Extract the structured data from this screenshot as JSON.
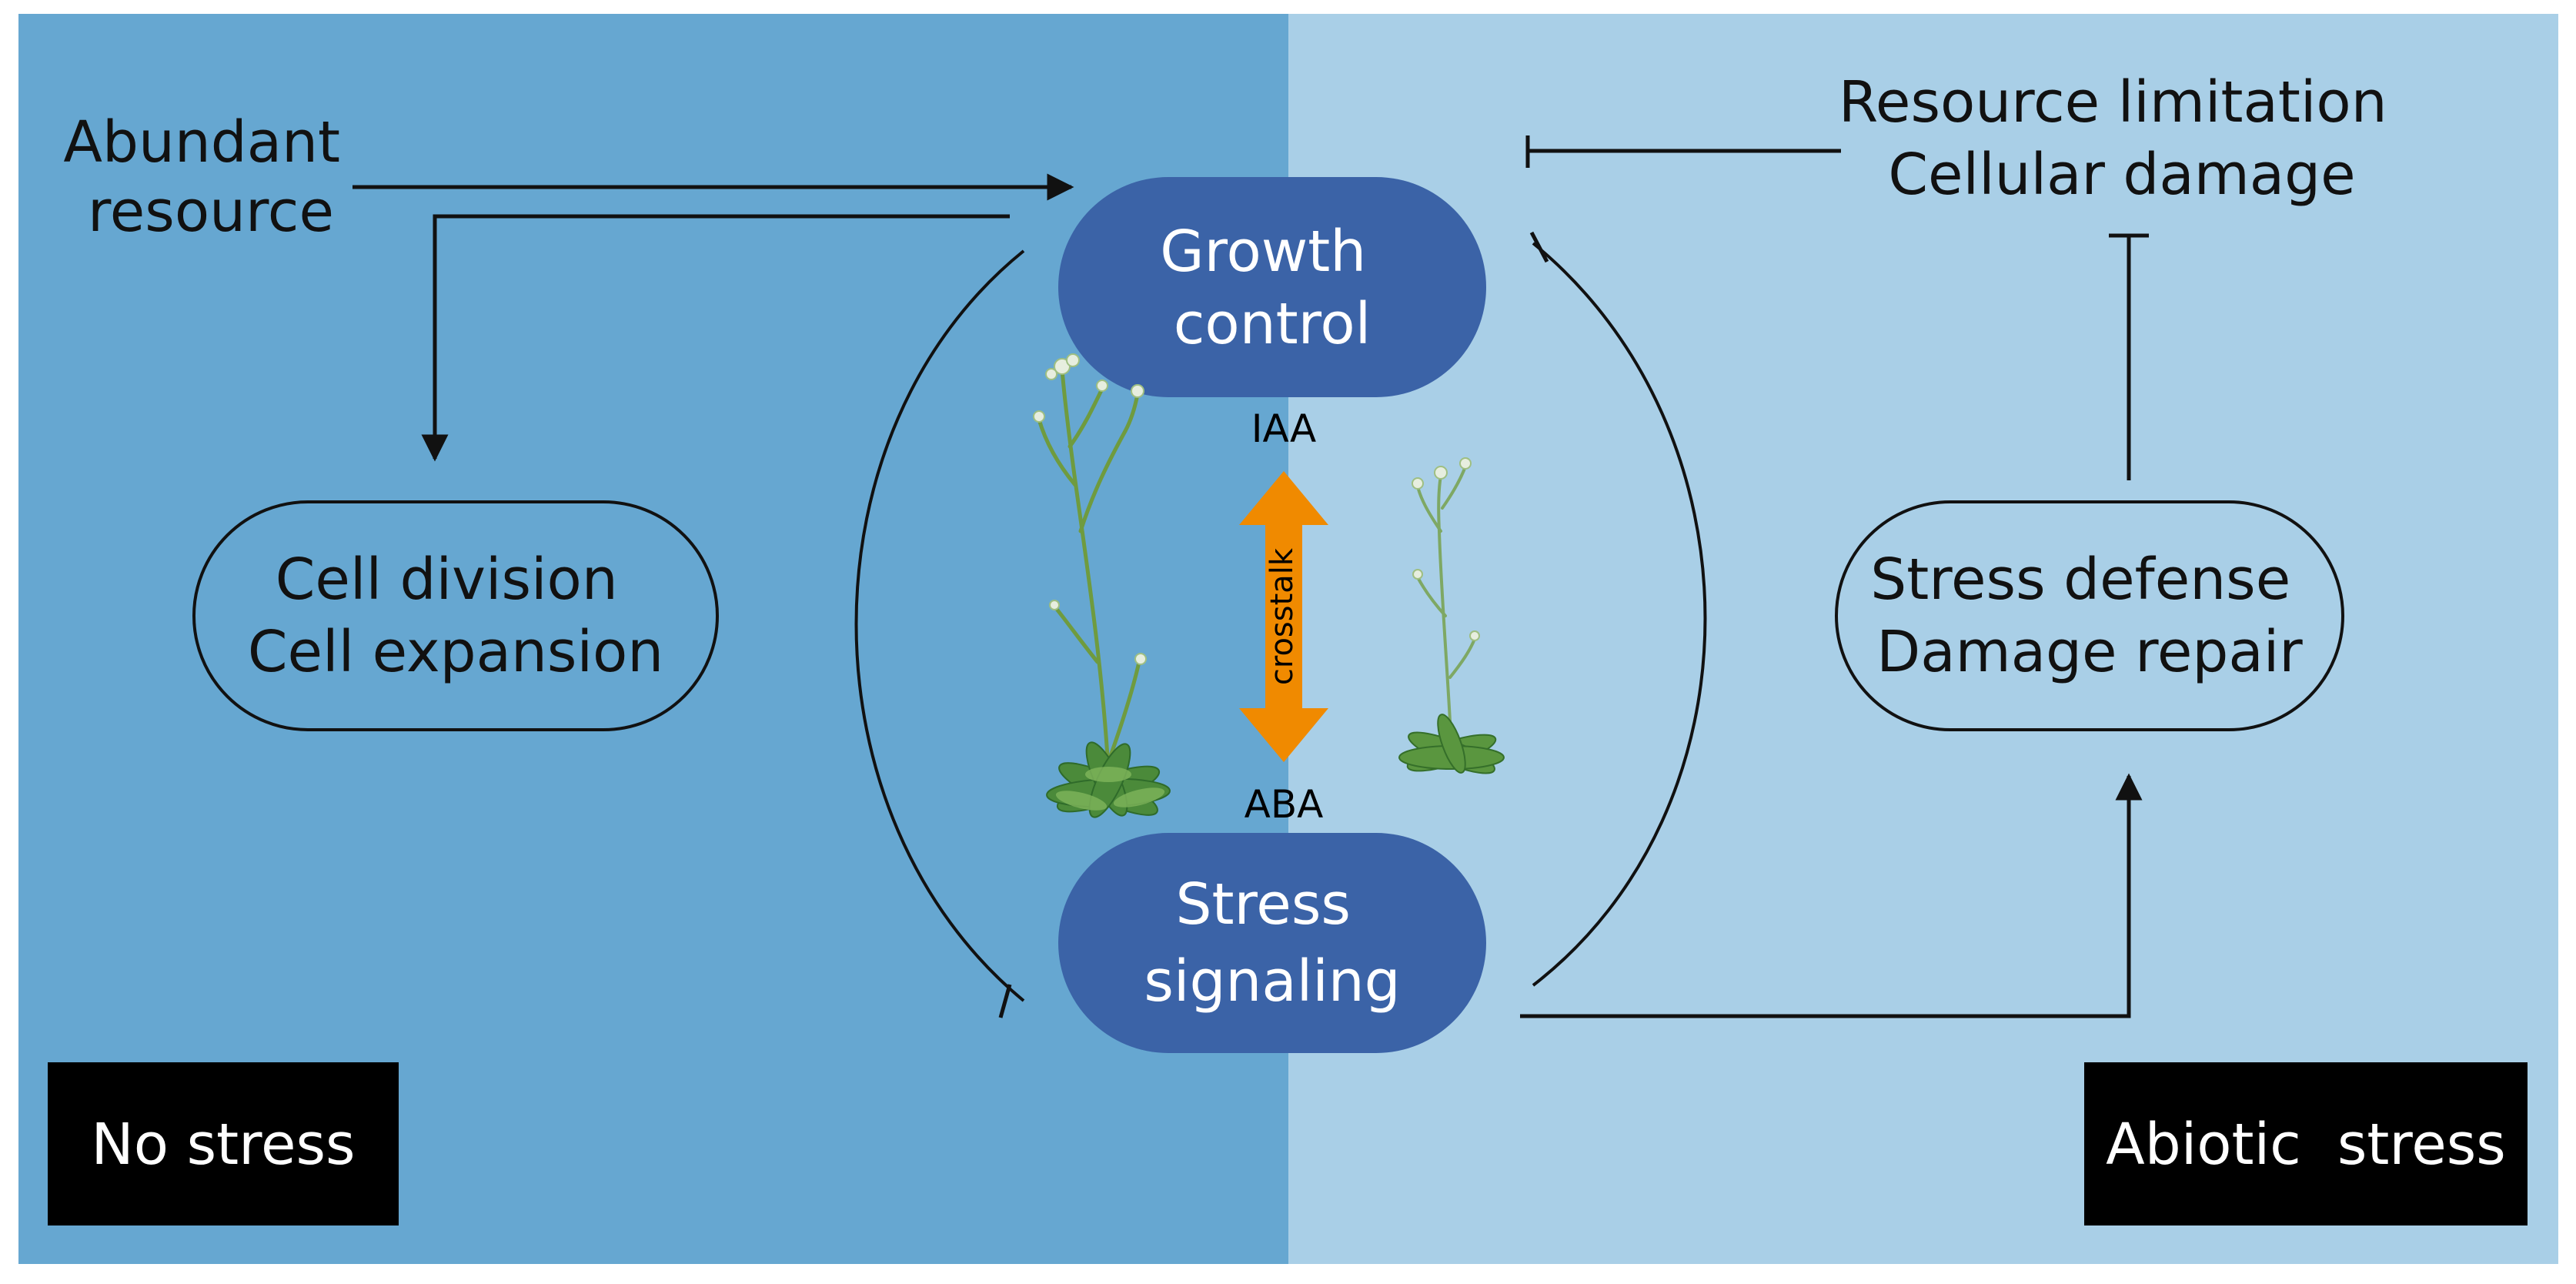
{
  "colors": {
    "no_stress_panel": "#66a7d1",
    "abiotic_panel": "#a9cfe7",
    "pill_fill": "#3b63a7",
    "pill_text": "#ffffff",
    "badge_fill": "#000000",
    "badge_text": "#ffffff",
    "crosstalk_arrow": "#f08a00",
    "line": "#111111"
  },
  "left_panel": {
    "input_lines": [
      "Abundant",
      "resource"
    ],
    "process_lines": [
      "Cell division",
      "Cell expansion"
    ],
    "badge": "No stress"
  },
  "right_panel": {
    "input_lines": [
      "Resource limitation",
      "Cellular damage"
    ],
    "process_lines": [
      "Stress defense",
      "Damage repair"
    ],
    "badge": "Abiotic  stress"
  },
  "center": {
    "growth_lines": [
      "Growth",
      "control"
    ],
    "stress_lines": [
      "Stress",
      "signaling"
    ],
    "top_hormone": "IAA",
    "bottom_hormone": "ABA",
    "crosstalk": "crosstalk"
  },
  "icons": {
    "left_plant": "arabidopsis-plant-icon",
    "right_plant": "arabidopsis-plant-icon"
  }
}
